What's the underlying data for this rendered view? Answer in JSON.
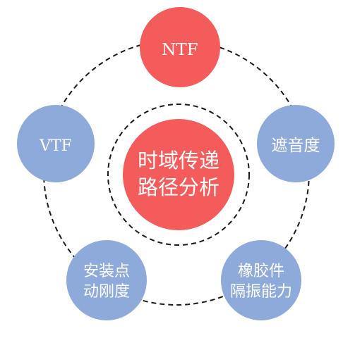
{
  "center": {
    "line1": "时域传递",
    "line2": "路径分析"
  },
  "nodes": {
    "top": {
      "label": "NTF"
    },
    "left": {
      "label": "VTF"
    },
    "right": {
      "label": "遮音度"
    },
    "bottom_left": {
      "line1": "安装点",
      "line2": "动刚度"
    },
    "bottom_right": {
      "line1": "橡胶件",
      "line2": "隔振能力"
    }
  },
  "colors": {
    "red_node": "#f45b5b",
    "blue_node": "#8eaadb",
    "dashed_ring": "#1a1a1a",
    "text": "#ffffff"
  }
}
